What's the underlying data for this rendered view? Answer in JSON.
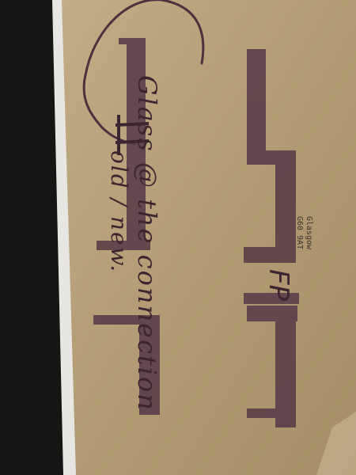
{
  "photo": {
    "printed_address": {
      "line1": "Glasgow",
      "line2": "G60 9AT"
    },
    "handwriting": {
      "line1": "Glass @ the connection",
      "line2": "old / new.",
      "mark": "FP"
    },
    "colors": {
      "background": "#161513",
      "paper": "#b8a27c",
      "marker": "#4a3140"
    }
  }
}
